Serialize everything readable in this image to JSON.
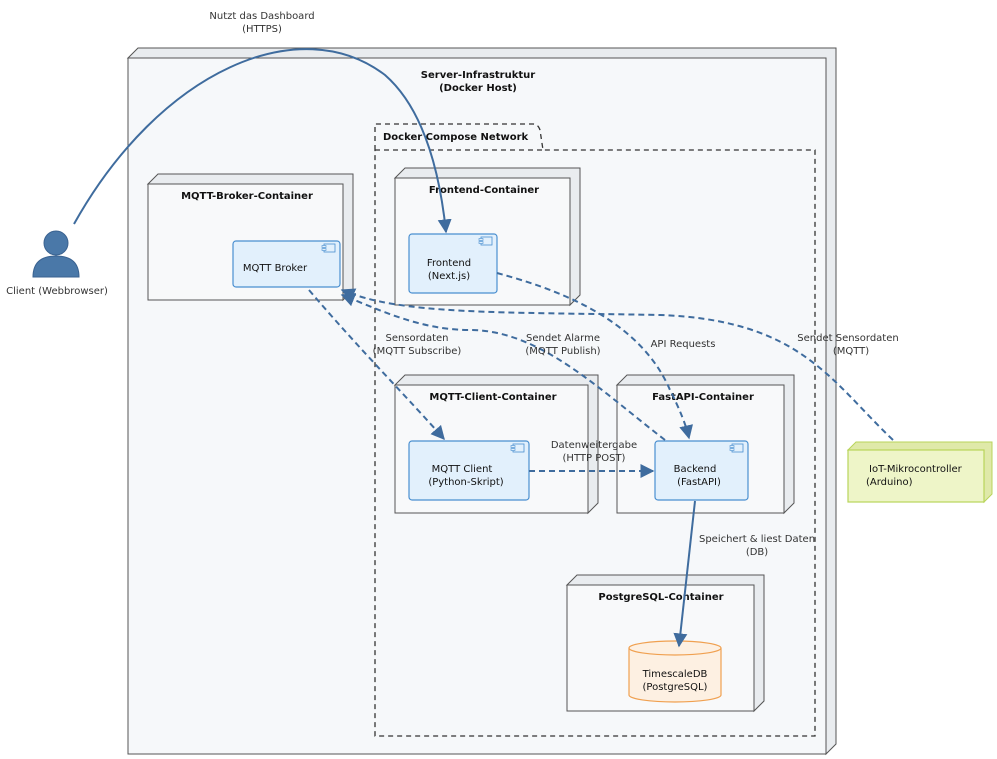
{
  "title": [
    "Server-Infrastruktur",
    "(Docker Host)"
  ],
  "network_label": "Docker Compose Network",
  "containers": {
    "mqtt_broker": "MQTT-Broker-Container",
    "frontend": "Frontend-Container",
    "mqtt_client": "MQTT-Client-Container",
    "fastapi": "FastAPI-Container",
    "postgres": "PostgreSQL-Container"
  },
  "components": {
    "mqtt_broker": [
      "MQTT Broker"
    ],
    "frontend": [
      "Frontend",
      "(Next.js)"
    ],
    "mqtt_client": [
      "MQTT Client",
      "(Python-Skript)"
    ],
    "backend": [
      "Backend",
      "(FastAPI)"
    ],
    "db": [
      "TimescaleDB",
      "(PostgreSQL)"
    ],
    "iot": [
      "IoT-Mikrocontroller",
      "(Arduino)"
    ]
  },
  "actor": {
    "label": "Client (Webbrowser)"
  },
  "edges": {
    "dashboard": [
      "Nutzt das Dashboard",
      "(HTTPS)"
    ],
    "sensordaten_sub": [
      "Sensordaten",
      "(MQTT Subscribe)"
    ],
    "alarme": [
      "Sendet Alarme",
      "(MQTT Publish)"
    ],
    "api": [
      "API Requests"
    ],
    "sensordaten_pub": [
      "Sendet Sensordaten",
      "(MQTT)"
    ],
    "weitergabe": [
      "Datenweitergabe",
      "(HTTP POST)"
    ],
    "speichert": [
      "Speichert & liest Daten",
      "(DB)"
    ]
  },
  "colors": {
    "component_fill": "#e2f0fc",
    "component_stroke": "#4a8fd0",
    "iot_fill": "#eef5c8",
    "iot_stroke": "#b8d45a",
    "db_fill": "#fdf0e2",
    "db_stroke": "#f0a050",
    "arrow": "#3f6c9e",
    "actor": "#4a78a8"
  }
}
